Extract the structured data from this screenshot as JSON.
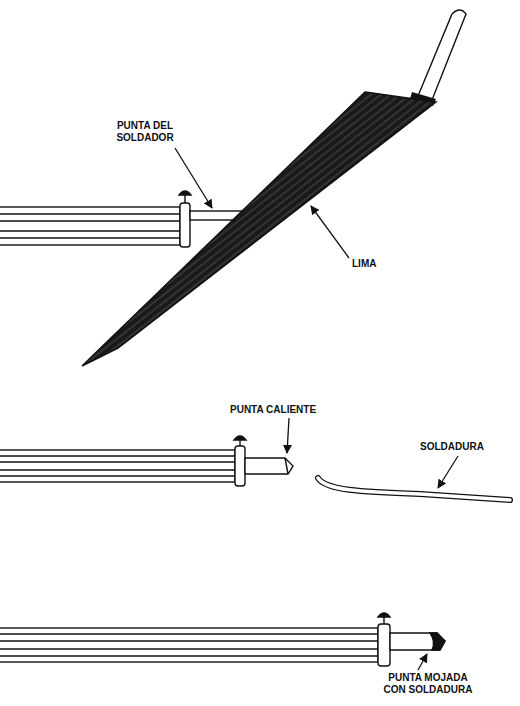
{
  "diagram": {
    "labels": [
      "PUNTA DEL SOLDADOR",
      "LIMA",
      "PUNTA CALIENTE",
      "SOLDADURA",
      "PUNTA MOJADA CON SOLDADURA"
    ]
  }
}
